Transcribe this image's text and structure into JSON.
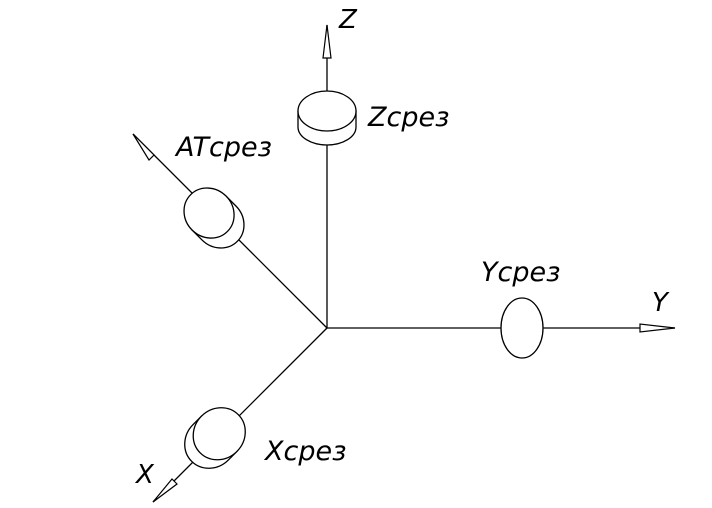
{
  "axes": {
    "z_label": "Z",
    "y_label": "Y",
    "x_label": "X"
  },
  "cuts": {
    "z_cut": "Zсрез",
    "at_cut": "ATсрез",
    "y_cut": "Yсрез",
    "x_cut": "Xсрез"
  },
  "colors": {
    "line": "#000000",
    "background": "#ffffff"
  }
}
